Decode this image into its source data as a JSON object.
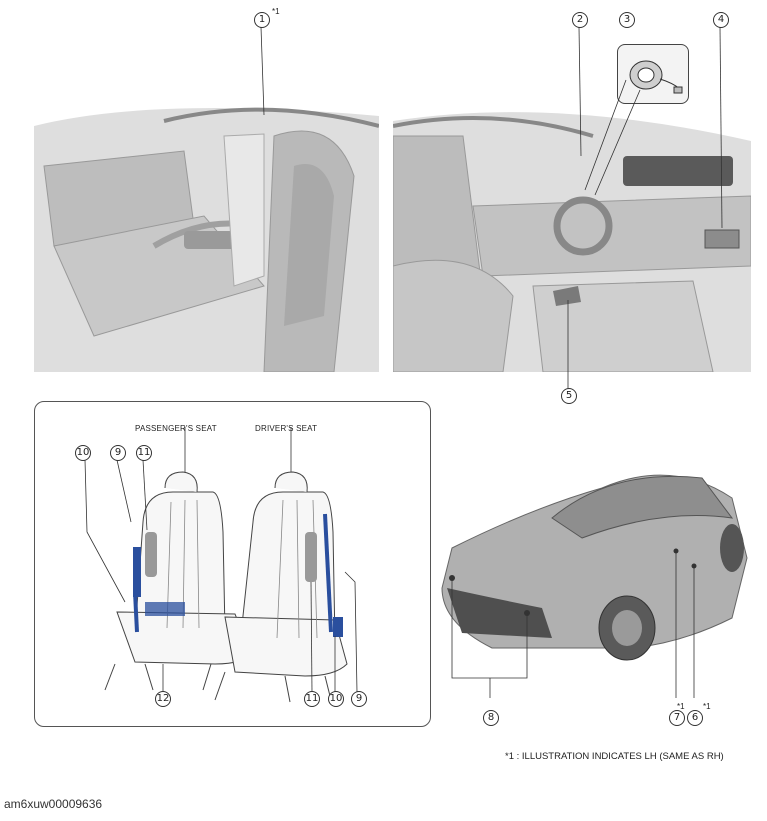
{
  "callouts": {
    "c1": "1",
    "c2": "2",
    "c3": "3",
    "c4": "4",
    "c5": "5",
    "c6": "6",
    "c7": "7",
    "c8": "8",
    "c9a": "9",
    "c9b": "9",
    "c10a": "10",
    "c10b": "10",
    "c11a": "11",
    "c11b": "11",
    "c12": "12"
  },
  "asterisks": {
    "c1": "*1",
    "c6": "*1",
    "c7": "*1"
  },
  "seat_labels": {
    "passenger": "PASSENGER'S SEAT",
    "driver": "DRIVER'S SEAT"
  },
  "footnote": "*1 : ILLUSTRATION INDICATES LH (SAME AS RH)",
  "document_id": "am6xuw00009636",
  "colors": {
    "belt_blue": "#2a4f9e",
    "interior_gray": "#b5b5b5",
    "line": "#333333"
  }
}
